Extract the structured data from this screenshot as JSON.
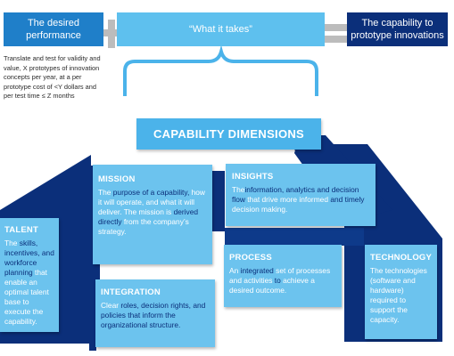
{
  "header": {
    "left": "The desired performance",
    "middle": "“What it takes”",
    "right": "The capability to prototype innovations"
  },
  "note": "Translate and test for validity and value, X prototypes of innovation concepts per year, at a per prototype cost of <Y dollars and per test time ≤ Z months",
  "dimensions_title": "CAPABILITY DIMENSIONS",
  "cards": {
    "mission": {
      "title": "MISSION",
      "segments": [
        {
          "text": "The ",
          "hl": false
        },
        {
          "text": "purpose of a capability,",
          "hl": true
        },
        {
          "text": " how it will operate, and what it will deliver. The mission is ",
          "hl": false
        },
        {
          "text": "derived directly",
          "hl": true
        },
        {
          "text": " from the company’s strategy.",
          "hl": false
        }
      ]
    },
    "insights": {
      "title": "INSIGHTS",
      "segments": [
        {
          "text": "The",
          "hl": false
        },
        {
          "text": "information, analytics and decision flow",
          "hl": true
        },
        {
          "text": " that drive more informed ",
          "hl": false
        },
        {
          "text": "and timely",
          "hl": true
        },
        {
          "text": " decision making.",
          "hl": false
        }
      ]
    },
    "talent": {
      "title": "TALENT",
      "segments": [
        {
          "text": "The ",
          "hl": false
        },
        {
          "text": "skills, incentives, and workforce planning",
          "hl": true
        },
        {
          "text": " that enable an optimal talent base to execute the capability.",
          "hl": false
        }
      ]
    },
    "process": {
      "title": "PROCESS",
      "segments": [
        {
          "text": "An ",
          "hl": false
        },
        {
          "text": "integrated",
          "hl": true
        },
        {
          "text": " set of processes and activities ",
          "hl": false
        },
        {
          "text": "to",
          "hl": true
        },
        {
          "text": " achieve a desired outcome.",
          "hl": false
        }
      ]
    },
    "technology": {
      "title": "TECHNOLOGY",
      "segments": [
        {
          "text": "The technologies (software and hardware) required to support the capacity.",
          "hl": false
        }
      ]
    },
    "integration": {
      "title": "INTEGRATION",
      "segments": [
        {
          "text": "Clear",
          "hl": false
        },
        {
          "text": " roles, decision rights, and policies that inform the organizational structure.",
          "hl": true
        }
      ]
    }
  },
  "colors": {
    "header_left": "#1f7fc9",
    "header_middle": "#5ec0ee",
    "header_right": "#0b2f7a",
    "operator_gray": "#bcbcbc",
    "bracket": "#4bb3ea",
    "title_box": "#4bb3ea",
    "card_light": "#6cc3ee",
    "card_dark": "#0e3a8a",
    "shadow_navy": "#0b2f7a",
    "highlight_text": "#0b2f7a"
  }
}
